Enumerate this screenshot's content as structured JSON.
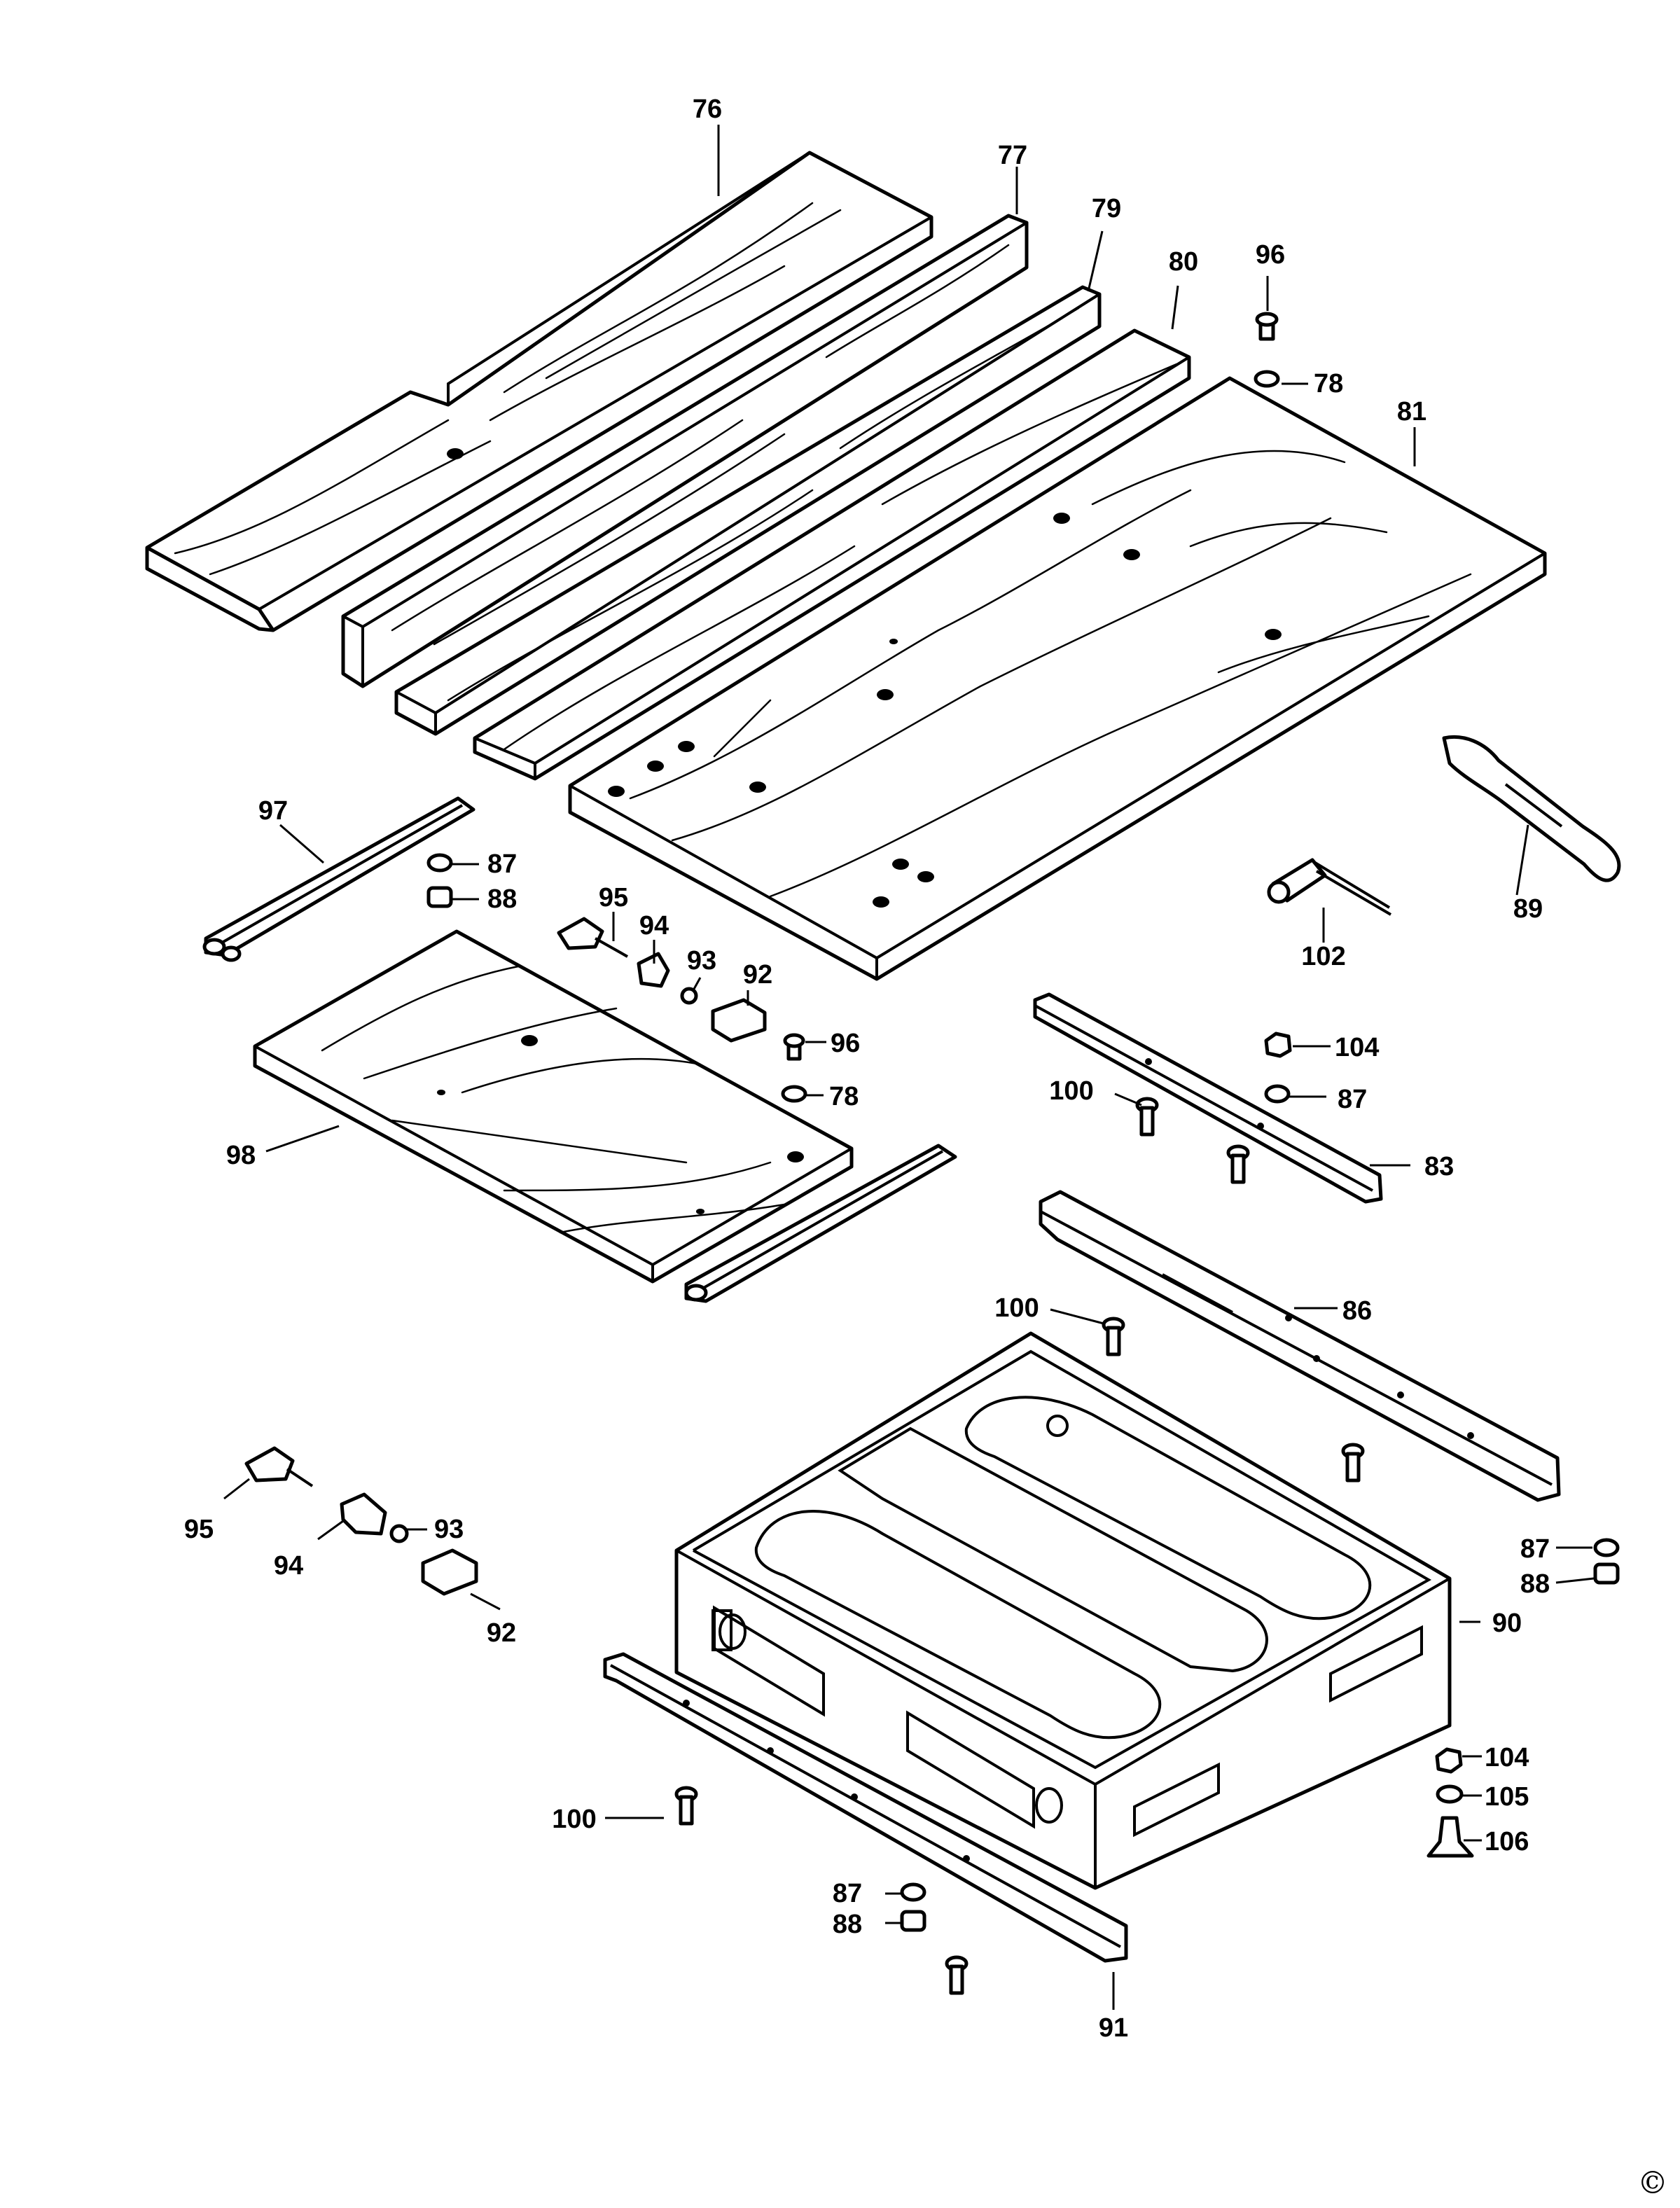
{
  "diagram": {
    "callouts": {
      "c76": "76",
      "c77": "77",
      "c79": "79",
      "c80": "80",
      "c96a": "96",
      "c78a": "78",
      "c81": "81",
      "c97": "97",
      "c87a": "87",
      "c88a": "88",
      "c95a": "95",
      "c94a": "94",
      "c93a": "93",
      "c92a": "92",
      "c96b": "96",
      "c78b": "78",
      "c98": "98",
      "c89": "89",
      "c102": "102",
      "c104a": "104",
      "c100a": "100",
      "c87b": "87",
      "c83": "83",
      "c100b": "100",
      "c86": "86",
      "c95b": "95",
      "c94b": "94",
      "c93b": "93",
      "c92b": "92",
      "c87c": "87",
      "c88c": "88",
      "c90": "90",
      "c104b": "104",
      "c105": "105",
      "c106": "106",
      "c100c": "100",
      "c87d": "87",
      "c88d": "88",
      "c91": "91"
    },
    "copyright": "©"
  }
}
